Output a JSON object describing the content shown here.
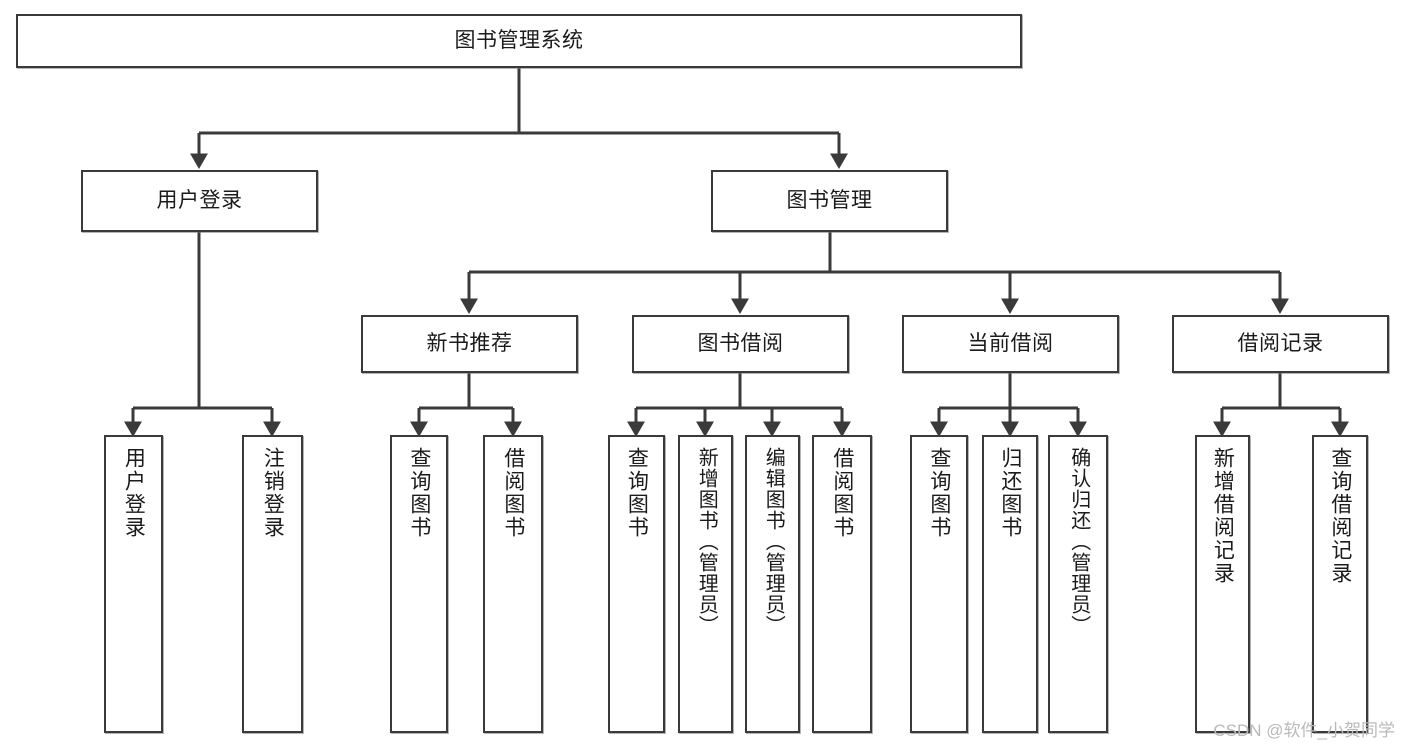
{
  "diagram": {
    "title": "图书管理系统",
    "type": "hierarchy-tree",
    "root": {
      "label": "图书管理系统"
    },
    "level2": [
      {
        "label": "用户登录"
      },
      {
        "label": "图书管理"
      }
    ],
    "level3": [
      {
        "label": "新书推荐"
      },
      {
        "label": "图书借阅"
      },
      {
        "label": "当前借阅"
      },
      {
        "label": "借阅记录"
      }
    ],
    "leaves": {
      "user_login": [
        {
          "label": "用户登录"
        },
        {
          "label": "注销登录"
        }
      ],
      "new_book_recommend": [
        {
          "label": "查询图书"
        },
        {
          "label": "借阅图书"
        }
      ],
      "book_borrow": [
        {
          "label": "查询图书"
        },
        {
          "label": "新增图书（管理员）"
        },
        {
          "label": "编辑图书（管理员）"
        },
        {
          "label": "借阅图书"
        }
      ],
      "current_borrow": [
        {
          "label": "查询图书"
        },
        {
          "label": "归还图书"
        },
        {
          "label": "确认归还（管理员）"
        }
      ],
      "borrow_record": [
        {
          "label": "新增借阅记录"
        },
        {
          "label": "查询借阅记录"
        }
      ]
    }
  },
  "watermark": {
    "text": "CSDN @软件_小贺同学"
  },
  "colors": {
    "border": "#3a3a3a",
    "background": "#ffffff",
    "text": "#1b1b1b",
    "watermark": "#b9b9b9"
  }
}
